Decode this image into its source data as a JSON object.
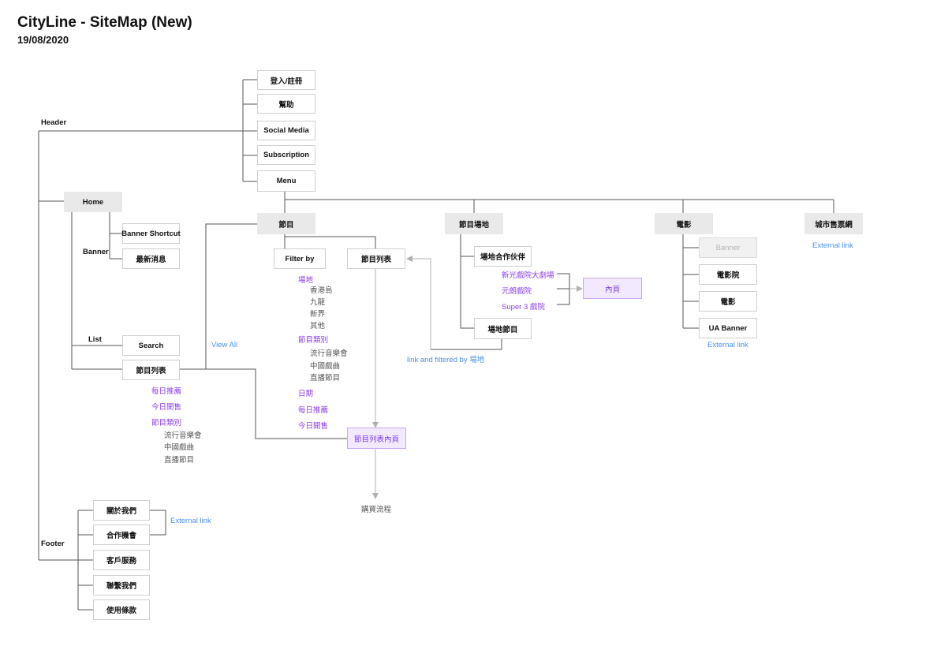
{
  "title": "CityLine - SiteMap (New)",
  "date": "19/08/2020",
  "labels": {
    "header": "Header",
    "banner": "Banner",
    "list": "List",
    "footer": "Footer",
    "view_all": "View All",
    "external_link": "External link",
    "link_filtered": "link and filtered by 場地",
    "purchase_flow": "購買流程"
  },
  "header_items": [
    "登入/註冊",
    "幫助",
    "Social Media",
    "Subscription",
    "Menu"
  ],
  "home": {
    "title": "Home",
    "banner_items": [
      "Banner Shortcut",
      "最新消息"
    ],
    "list_items": [
      "Search",
      "節目列表"
    ],
    "list_sub_purple": [
      "每日推薦",
      "今日開售",
      "節目類別"
    ],
    "list_sub_gray": [
      "流行音樂會",
      "中國戲曲",
      "直播節目"
    ]
  },
  "menu": {
    "programs": "節目",
    "venues": "節目場地",
    "movies": "電影",
    "cityline": "城市售票網"
  },
  "programs": {
    "filter_by": "Filter by",
    "program_list": "節目列表",
    "filter_venue": "場地",
    "venue_regions": [
      "香港島",
      "九龍",
      "新界",
      "其他"
    ],
    "filter_category": "節目類別",
    "categories": [
      "流行音樂會",
      "中國戲曲",
      "直播節目"
    ],
    "filter_date": "日期",
    "filter_daily": "每日推薦",
    "filter_today": "今日開售",
    "detail_page": "節目列表內頁"
  },
  "venues": {
    "partners": "場地合作伙伴",
    "partner_list": [
      "新光戲院大劇場",
      "元朗戲院",
      "Super 3 戲院"
    ],
    "inner_page": "內頁",
    "venue_programs": "場地節目"
  },
  "movies": {
    "items": [
      "Banner",
      "電影院",
      "電影",
      "UA Banner"
    ]
  },
  "footer_items": [
    "關於我們",
    "合作機會",
    "客戶服務",
    "聯繫我們",
    "使用條款"
  ],
  "colors": {
    "line": "#555555",
    "arrow": "#b0b0b0",
    "purple_text": "#8b3fe8",
    "blue_text": "#4a8ff0",
    "gray_box": "#e9e9e9",
    "purple_box": "#f2e9ff"
  }
}
